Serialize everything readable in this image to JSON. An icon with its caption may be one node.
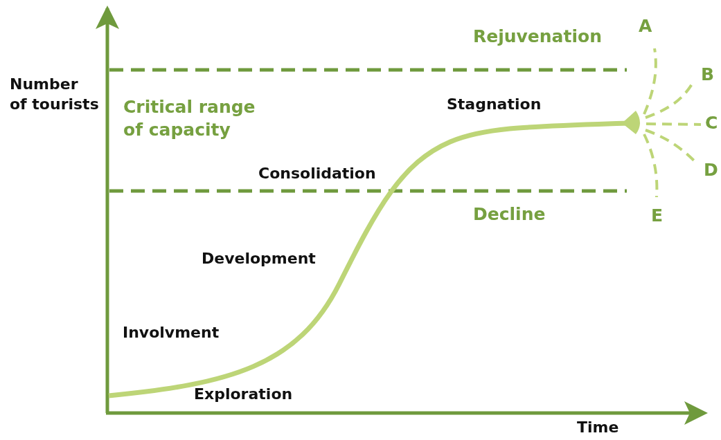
{
  "diagram": {
    "labels": [
      "Rejuvenation",
      "A",
      "Number of tourists",
      "B",
      "Critical range of capacity",
      "Stagnation",
      "C",
      "Consolidation",
      "D",
      "Decline",
      "E",
      "Development",
      "Involvment",
      "Exploration",
      "Time"
    ]
  }
}
